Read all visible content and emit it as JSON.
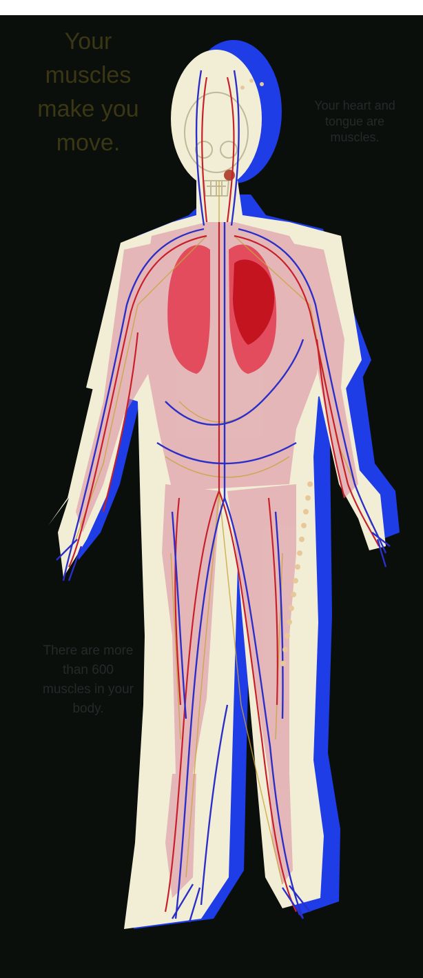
{
  "poster": {
    "main_caption": "Your muscles make you move.",
    "heart_caption": "Your heart and tongue are muscles.",
    "count_caption": "There are more than 600 muscles in your body."
  },
  "colors": {
    "background": "#0b0f0c",
    "silhouette": "#f2eed6",
    "shadow": "#1f3de6",
    "lungs": "#e23a4e",
    "heart": "#c41420",
    "artery": "#c8202a",
    "vein": "#2c2ec8",
    "muscle": "#d98aa0",
    "nerve": "#c8a43a"
  },
  "icons": [
    "human-body-illustration",
    "skull",
    "lungs",
    "heart"
  ]
}
